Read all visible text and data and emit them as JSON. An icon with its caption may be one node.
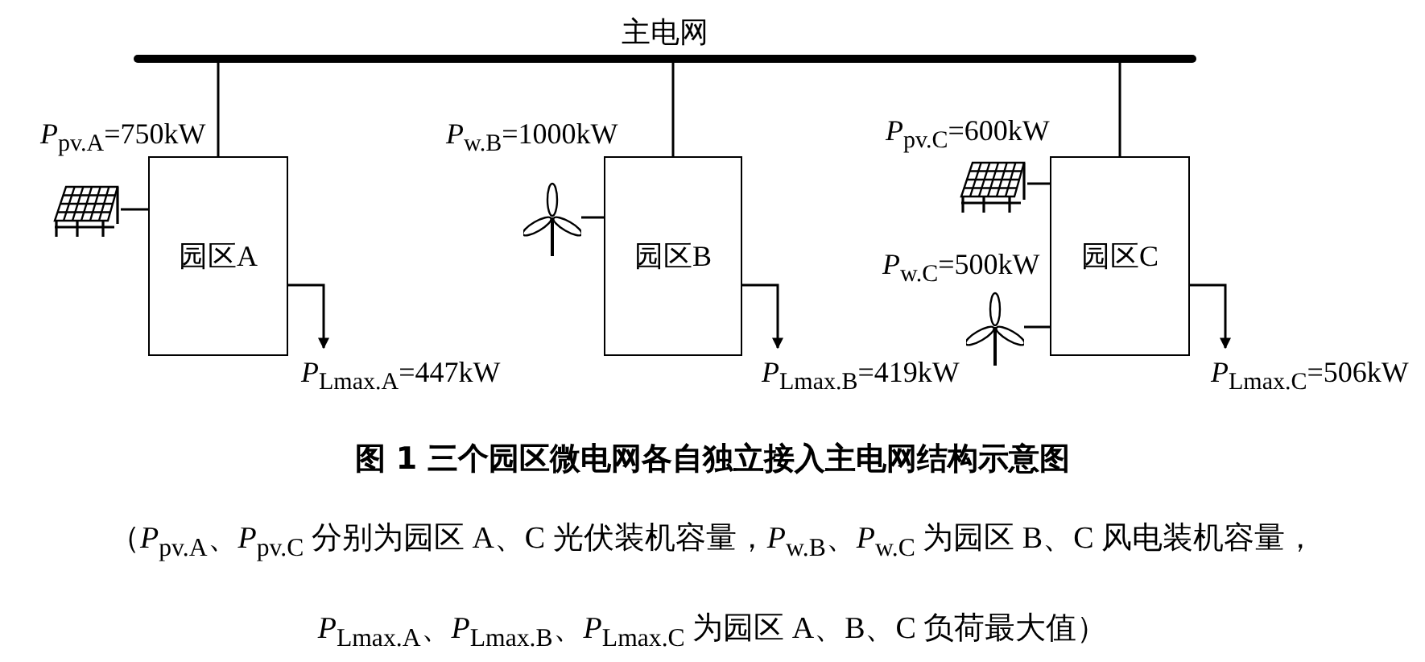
{
  "diagram": {
    "title": "图 1 三个园区微电网各自独立接入主电网结构示意图",
    "caption": "（*P*$_{pv.A}$、*P*$_{pv.C}$ 分别为园区 A、C 光伏装机容量，*P*$_{w.B}$、*P*$_{w.C}$ 为园区 B、C 风电装机容量，*P*$_{Lmax.A}$、*P*$_{Lmax.B}$、*P*$_{Lmax.C}$ 为园区 A、B、C 负荷最大值）",
    "nodes": [
      {
        "text": [
          "主电网"
        ]
      },
      {
        "text": [
          "园区A"
        ]
      },
      {
        "text": [
          "园区B"
        ]
      },
      {
        "text": [
          "园区C"
        ]
      },
      {
        "text": [],
        "shape": "picture"
      },
      {
        "text": [],
        "shape": "picture"
      },
      {
        "text": [],
        "shape": "picture"
      },
      {
        "text": [],
        "shape": "picture"
      }
    ],
    "labels": [
      "*P*$_{pv.A}$=750kW",
      "*P*$_{w.B}$=1000kW",
      "*P*$_{pv.C}$=600kW",
      "*P*$_{w.C}$=500kW"
    ],
    "edges": [
      {
        "from": 0,
        "to": 1,
        "arrow": "none"
      },
      {
        "from": 0,
        "to": 2,
        "arrow": "none"
      },
      {
        "from": 0,
        "to": 3,
        "arrow": "none"
      },
      {
        "from": 4,
        "to": 1,
        "arrow": "none"
      },
      {
        "from": 5,
        "to": 2,
        "arrow": "none"
      },
      {
        "from": 6,
        "to": 3,
        "arrow": "none"
      },
      {
        "from": 7,
        "to": 3,
        "arrow": "none"
      },
      {
        "from": 1,
        "to": null,
        "arrow": "to",
        "label": "*P*$_{Lmax.A}$=447kW"
      },
      {
        "from": 2,
        "to": null,
        "arrow": "to",
        "label": "*P*$_{Lmax.B}$=419kW"
      },
      {
        "from": 3,
        "to": null,
        "arrow": "to",
        "label": "*P*$_{Lmax.C}$=506kW"
      }
    ]
  }
}
